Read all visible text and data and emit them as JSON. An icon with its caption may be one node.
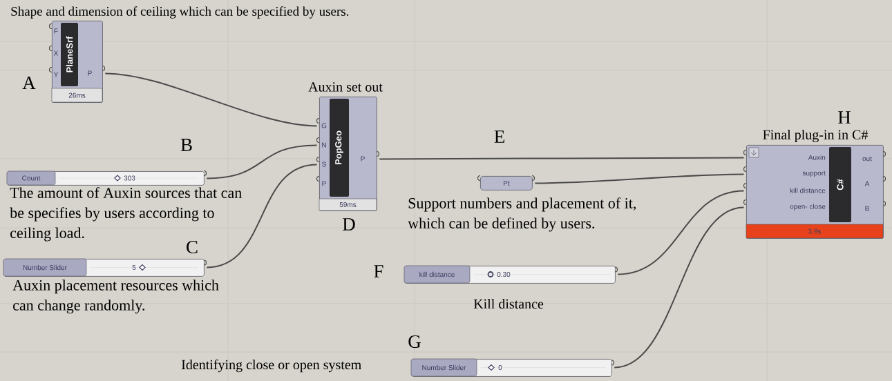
{
  "diagram": {
    "nodes": [
      {
        "text": [
          "PlaneSrf",
          "F",
          "X",
          "Y",
          "P",
          "26ms"
        ],
        "beside": [
          "A",
          "Shape and dimension of ceiling which can be specified by users."
        ]
      },
      {
        "text": [
          "Count",
          "303"
        ],
        "beside": [
          "B",
          "The amount of Auxin sources that can be specifies by users according to ceiling load."
        ]
      },
      {
        "text": [
          "Number Slider",
          "5"
        ],
        "beside": [
          "C",
          "Auxin placement resources which can change randomly."
        ]
      },
      {
        "text": [
          "PopGeo",
          "G",
          "N",
          "S",
          "P",
          "P",
          "59ms"
        ],
        "beside": [
          "Auxin set out",
          "D"
        ]
      },
      {
        "text": [
          "Pt"
        ],
        "beside": [
          "E",
          "Support numbers and placement of it, which can be defined by users."
        ]
      },
      {
        "text": [
          "kill distance",
          "0.30"
        ],
        "beside": [
          "F",
          "Kill distance"
        ]
      },
      {
        "text": [
          "Number Slider",
          "0"
        ],
        "beside": [
          "G"
        ]
      },
      {
        "text": [
          "C#",
          "Auxin",
          "support",
          "kill distance",
          "open- close",
          "out",
          "A",
          "B",
          "3.9s"
        ],
        "beside": [
          "H",
          "Final plug-in in C#"
        ]
      }
    ],
    "edges": [
      {
        "from": 0,
        "to": 3,
        "arrow": "none"
      },
      {
        "from": 1,
        "to": 3,
        "arrow": "none"
      },
      {
        "from": 2,
        "to": 3,
        "arrow": "none"
      },
      {
        "from": 3,
        "to": 7,
        "arrow": "none"
      },
      {
        "from": 4,
        "to": 7,
        "arrow": "none"
      },
      {
        "from": 5,
        "to": 7,
        "arrow": "none"
      },
      {
        "from": 6,
        "to": 7,
        "arrow": "none"
      }
    ],
    "labels": [
      "Identifying close or open system"
    ]
  }
}
